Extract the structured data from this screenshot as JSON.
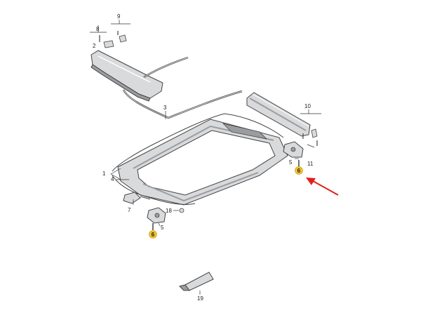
{
  "colors": {
    "part_fill": "#d9dadc",
    "part_dark": "#9a9ca0",
    "outline": "#444444",
    "badge": "#f2c230",
    "arrow": "#e02020"
  },
  "callouts": {
    "c1": "1",
    "c2": "2",
    "c3": "3",
    "c4": "4",
    "c5a": "5",
    "c5b": "5",
    "c6a": "6",
    "c6b": "6",
    "c7": "7",
    "c8": "8",
    "c9": "9",
    "c10": "10",
    "c11": "11",
    "c18": "18",
    "c19": "19"
  }
}
